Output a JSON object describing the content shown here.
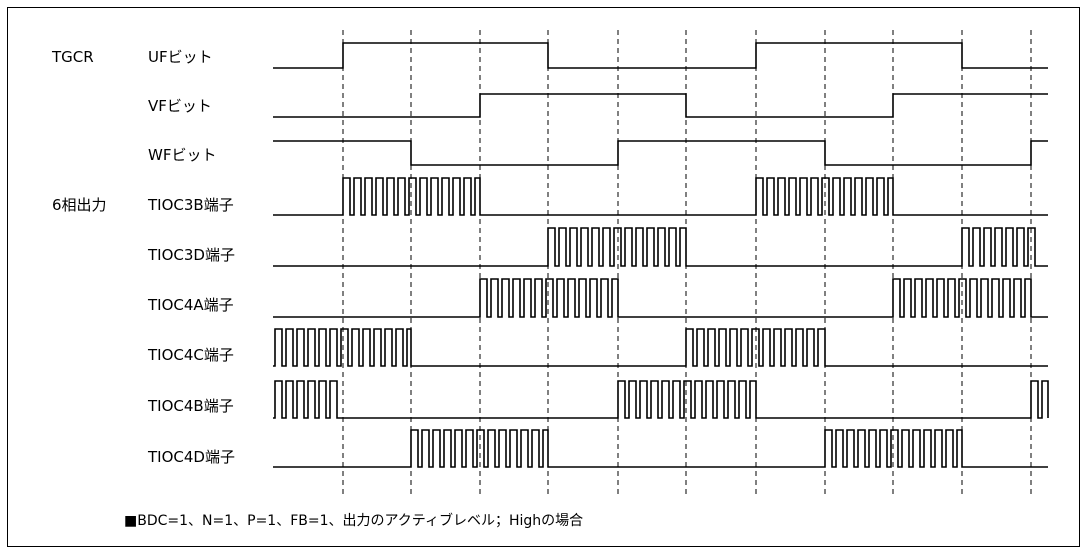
{
  "groups": {
    "tgcr": "TGCR",
    "six_phase": "6相出力"
  },
  "signals": [
    {
      "label": "UFビット",
      "edges": [
        343,
        548,
        756,
        962
      ],
      "start": 0
    },
    {
      "label": "VFビット",
      "edges": [
        480,
        686,
        893
      ],
      "start": 0
    },
    {
      "label": "WFビット",
      "edges": [
        411,
        618,
        825,
        1031
      ],
      "start": 1
    },
    {
      "label": "TIOC3B端子",
      "pwm": [
        [
          343,
          480
        ],
        [
          756,
          893
        ]
      ],
      "pulse": [
        7,
        21
      ],
      "start": 0
    },
    {
      "label": "TIOC3D端子",
      "pwm": [
        [
          548,
          686
        ],
        [
          962,
          1040
        ]
      ],
      "pulse": [
        7,
        21
      ],
      "start": 0
    },
    {
      "label": "TIOC4A端子",
      "pwm": [
        [
          480,
          618
        ],
        [
          893,
          1031
        ]
      ],
      "pulse": [
        7,
        21
      ],
      "start": 0
    },
    {
      "label": "TIOC4C端子",
      "pwm": [
        [
          275,
          411
        ],
        [
          686,
          825
        ]
      ],
      "pulse": [
        7,
        21
      ],
      "start": 0
    },
    {
      "label": "TIOC4B端子",
      "pwm": [
        [
          275,
          343
        ],
        [
          618,
          756
        ],
        [
          1031,
          1048
        ]
      ],
      "pulse": [
        7,
        21
      ],
      "start": 0
    },
    {
      "label": "TIOC4D端子",
      "pwm": [
        [
          411,
          548
        ],
        [
          825,
          962
        ]
      ],
      "pulse": [
        7,
        21
      ],
      "start": 0
    }
  ],
  "gridlines": [
    343,
    411,
    480,
    548,
    618,
    686,
    756,
    825,
    893,
    962,
    1031
  ],
  "note": "■BDC=1、N=1、P=1、FB=1、出力のアクティブレベル；Highの場合"
}
